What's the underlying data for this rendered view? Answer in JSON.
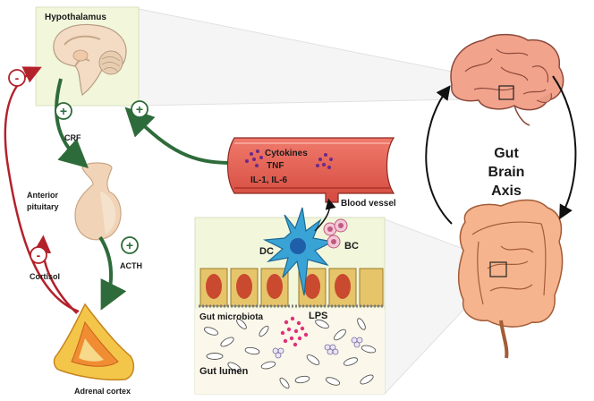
{
  "labels": {
    "hypothalamus": "Hypothalamus",
    "crf": "CRF",
    "anterior_pituitary_line1": "Anterior",
    "anterior_pituitary_line2": "pituitary",
    "acth": "ACTH",
    "cortisol": "Cortisol",
    "adrenal_cortex": "Adrenal cortex",
    "cytokines": "Cytokines",
    "tnf": "TNF",
    "interleukins": "IL-1, IL-6",
    "blood_vessel": "Blood vessel",
    "dc": "DC",
    "bc": "BC",
    "gut_microbiota": "Gut microbiota",
    "lps": "LPS",
    "gut_lumen": "Gut lumen",
    "gut_brain_axis_line1": "Gut",
    "gut_brain_axis_line2": "Brain",
    "gut_brain_axis_line3": "Axis"
  },
  "signs": {
    "plus": "+",
    "minus": "-"
  },
  "colors": {
    "stimulation_arrow": "#2e6b3a",
    "inhibition_arrow": "#b3212b",
    "axis_arrow": "#111111",
    "panel_bg": "#f2f7dc",
    "vessel": "#e05a4e",
    "cytokine_dot": "#6a2a8a",
    "lps_dot": "#e0307a"
  },
  "icons": {
    "brain": "brain-icon",
    "intestine": "intestine-icon",
    "hypothalamus": "hypothalamus-icon",
    "pituitary": "pituitary-icon",
    "adrenal": "adrenal-gland-icon",
    "dendritic_cell": "dendritic-cell-icon",
    "b_cell": "b-cell-icon"
  }
}
